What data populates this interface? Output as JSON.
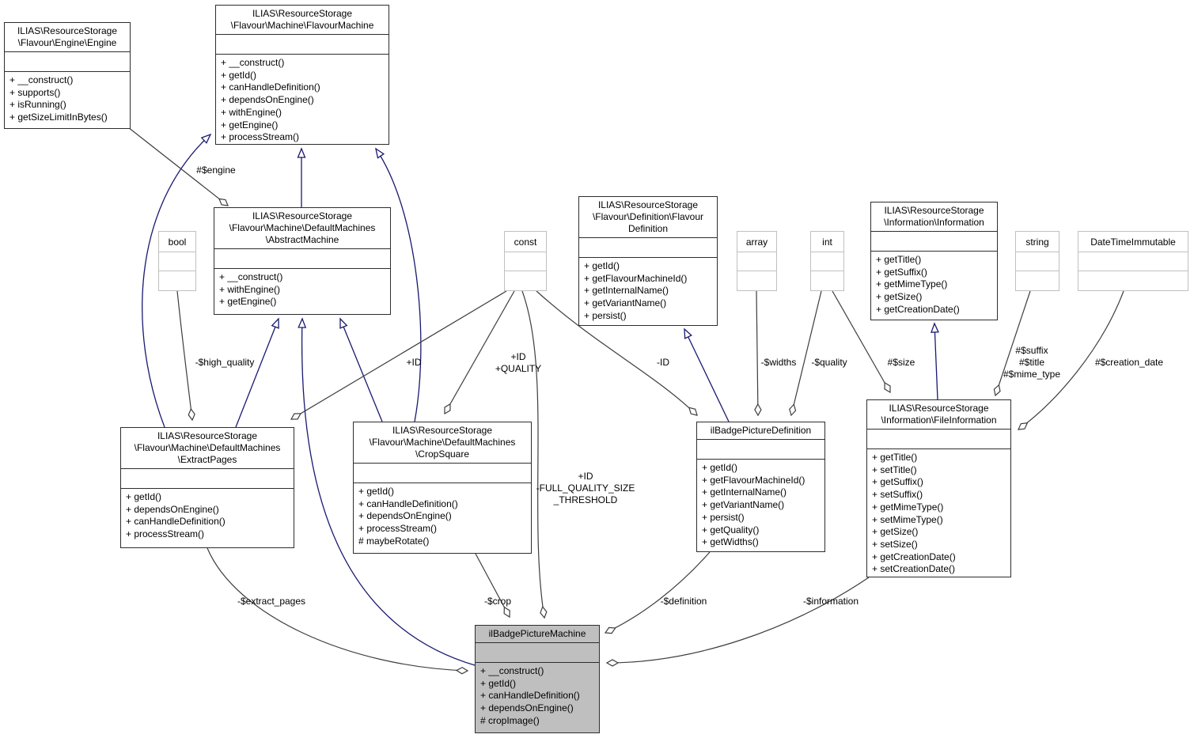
{
  "diagram_title": "ilBadgePictureMachine collaboration diagram",
  "colors": {
    "inheritance_edge": "#191970",
    "aggregation_edge": "#3d3d3d",
    "class_border": "#2d2d2d",
    "type_box_border": "#c0c0c0",
    "current_class_fill": "#bfbfbf",
    "background": "#ffffff"
  },
  "classes": {
    "engine": {
      "title": [
        "ILIAS\\ResourceStorage",
        "\\Flavour\\Engine\\Engine"
      ],
      "methods": [
        "+ __construct()",
        "+ supports()",
        "+ isRunning()",
        "+ getSizeLimitInBytes()"
      ]
    },
    "flavour_machine": {
      "title": [
        "ILIAS\\ResourceStorage",
        "\\Flavour\\Machine\\FlavourMachine"
      ],
      "methods": [
        "+ __construct()",
        "+ getId()",
        "+ canHandleDefinition()",
        "+ dependsOnEngine()",
        "+ withEngine()",
        "+ getEngine()",
        "+ processStream()"
      ]
    },
    "abstract_machine": {
      "title": [
        "ILIAS\\ResourceStorage",
        "\\Flavour\\Machine\\DefaultMachines",
        "\\AbstractMachine"
      ],
      "methods": [
        "+ __construct()",
        "+ withEngine()",
        "+ getEngine()"
      ]
    },
    "flavour_definition": {
      "title": [
        "ILIAS\\ResourceStorage",
        "\\Flavour\\Definition\\Flavour",
        "Definition"
      ],
      "methods": [
        "+ getId()",
        "+ getFlavourMachineId()",
        "+ getInternalName()",
        "+ getVariantName()",
        "+ persist()"
      ]
    },
    "information": {
      "title": [
        "ILIAS\\ResourceStorage",
        "\\Information\\Information"
      ],
      "methods": [
        "+ getTitle()",
        "+ getSuffix()",
        "+ getMimeType()",
        "+ getSize()",
        "+ getCreationDate()"
      ]
    },
    "extract_pages": {
      "title": [
        "ILIAS\\ResourceStorage",
        "\\Flavour\\Machine\\DefaultMachines",
        "\\ExtractPages"
      ],
      "methods": [
        "+ getId()",
        "+ dependsOnEngine()",
        "+ canHandleDefinition()",
        "+ processStream()"
      ]
    },
    "crop_square": {
      "title": [
        "ILIAS\\ResourceStorage",
        "\\Flavour\\Machine\\DefaultMachines",
        "\\CropSquare"
      ],
      "methods": [
        "+ getId()",
        "+ canHandleDefinition()",
        "+ dependsOnEngine()",
        "+ processStream()",
        "# maybeRotate()"
      ]
    },
    "badge_picture_definition": {
      "title": [
        "ilBadgePictureDefinition"
      ],
      "methods": [
        "+ getId()",
        "+ getFlavourMachineId()",
        "+ getInternalName()",
        "+ getVariantName()",
        "+ persist()",
        "+ getQuality()",
        "+ getWidths()"
      ]
    },
    "file_information": {
      "title": [
        "ILIAS\\ResourceStorage",
        "\\Information\\FileInformation"
      ],
      "methods": [
        "+ getTitle()",
        "+ setTitle()",
        "+ getSuffix()",
        "+ setSuffix()",
        "+ getMimeType()",
        "+ setMimeType()",
        "+ getSize()",
        "+ setSize()",
        "+ getCreationDate()",
        "+ setCreationDate()"
      ]
    },
    "badge_picture_machine": {
      "title": [
        "ilBadgePictureMachine"
      ],
      "methods": [
        "+ __construct()",
        "+ getId()",
        "+ canHandleDefinition()",
        "+ dependsOnEngine()",
        "# cropImage()"
      ]
    }
  },
  "types": {
    "bool": {
      "label": "bool"
    },
    "const": {
      "label": "const"
    },
    "array": {
      "label": "array"
    },
    "int": {
      "label": "int"
    },
    "string": {
      "label": "string"
    },
    "datetimeimmutable": {
      "label": "DateTimeImmutable"
    }
  },
  "edge_labels": {
    "engine": "#$engine",
    "high_quality": "-$high_quality",
    "id_extract": "+ID",
    "id_quality": "+ID\n+QUALITY",
    "id_def": "-ID",
    "widths": "-$widths",
    "quality": "-$quality",
    "size": "#$size",
    "file_info_fields": "#$suffix\n#$title\n#$mime_type",
    "creation_date": "#$creation_date",
    "full_quality": "+ID\n-FULL_QUALITY_SIZE\n_THRESHOLD",
    "extract_pages": "-$extract_pages",
    "crop": "-$crop",
    "definition": "-$definition",
    "information": "-$information"
  }
}
